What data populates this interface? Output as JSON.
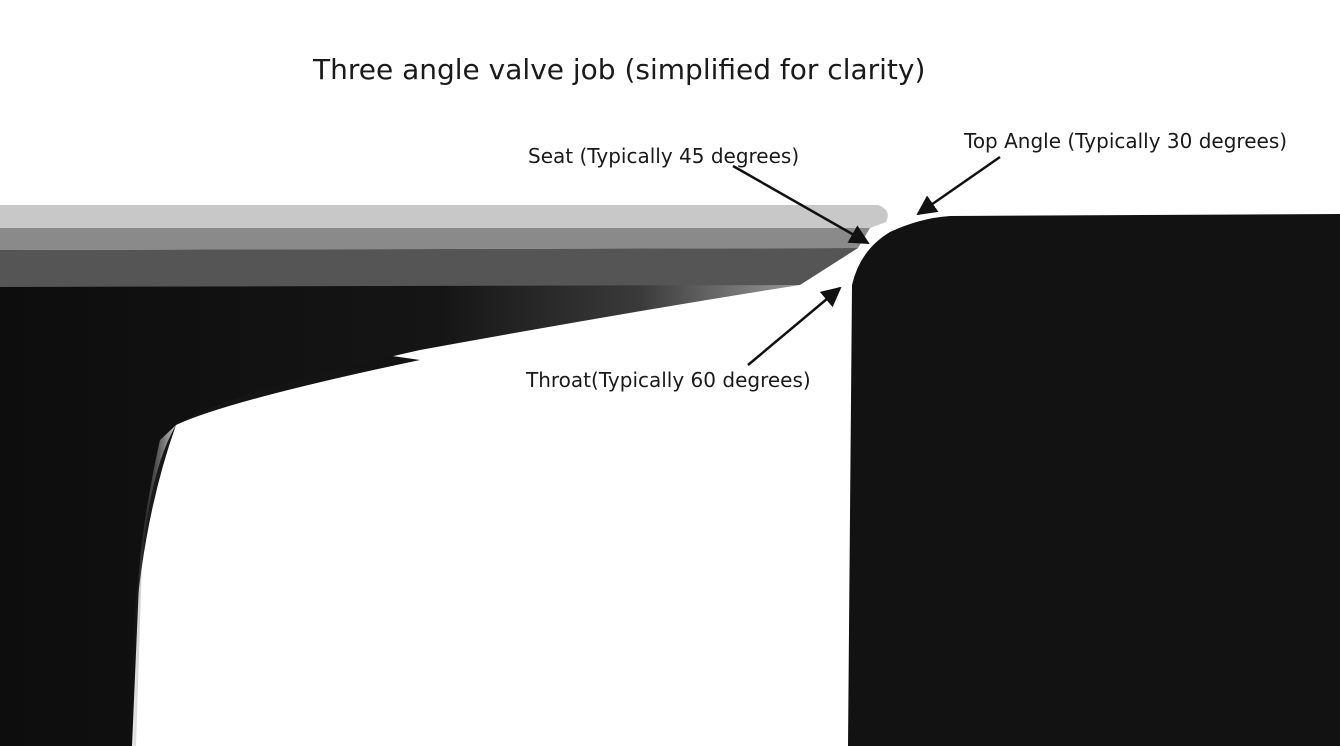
{
  "title": "Three angle valve job (simplified for clarity)",
  "callouts": {
    "seat": "Seat (Typically 45 degrees)",
    "top_angle": "Top Angle (Typically 30 degrees)",
    "throat": "Throat(Typically 60 degrees)"
  },
  "colors": {
    "background": "#ffffff",
    "cylinder_head": "#121212",
    "valve_stem_dark": "#151515",
    "valve_face_light": "#c8c8c8",
    "valve_face_mid": "#8a8a8a",
    "valve_face_dark": "#555555",
    "arrow": "#111111"
  }
}
